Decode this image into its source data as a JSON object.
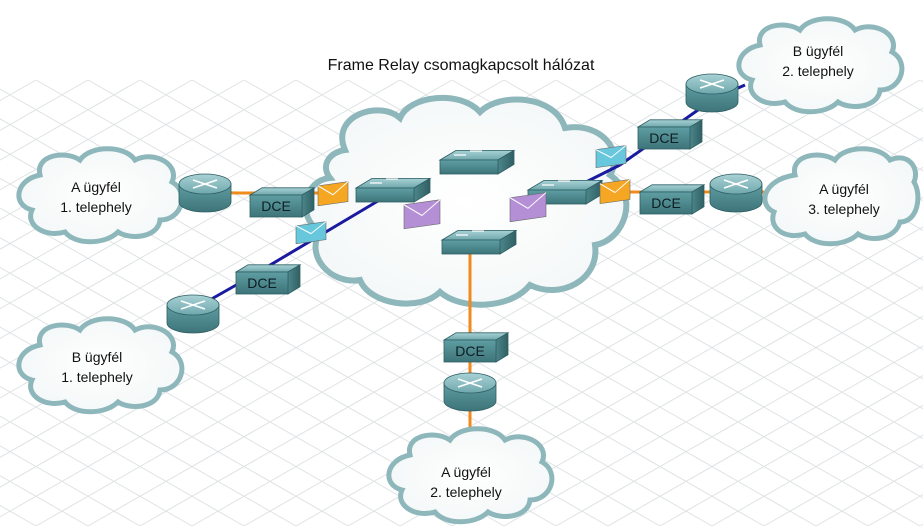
{
  "title": "Frame Relay csomagkapcsolt hálózat",
  "dce_label": "DCE",
  "sites": {
    "a1": {
      "line1": "A ügyfél",
      "line2": "1. telephely"
    },
    "b1": {
      "line1": "B ügyfél",
      "line2": "1. telephely"
    },
    "a2": {
      "line1": "A ügyfél",
      "line2": "2. telephely"
    },
    "b2": {
      "line1": "B ügyfél",
      "line2": "2. telephely"
    },
    "a3": {
      "line1": "A ügyfél",
      "line2": "3. telephely"
    }
  },
  "colors": {
    "customer_a_link": "#f08a1c",
    "customer_b_link": "#1a1aa0",
    "device_teal": "#5f9ea3",
    "frame_orange": "#f5a623",
    "frame_cyan": "#66c7dd",
    "frame_purple": "#b58fd6"
  }
}
